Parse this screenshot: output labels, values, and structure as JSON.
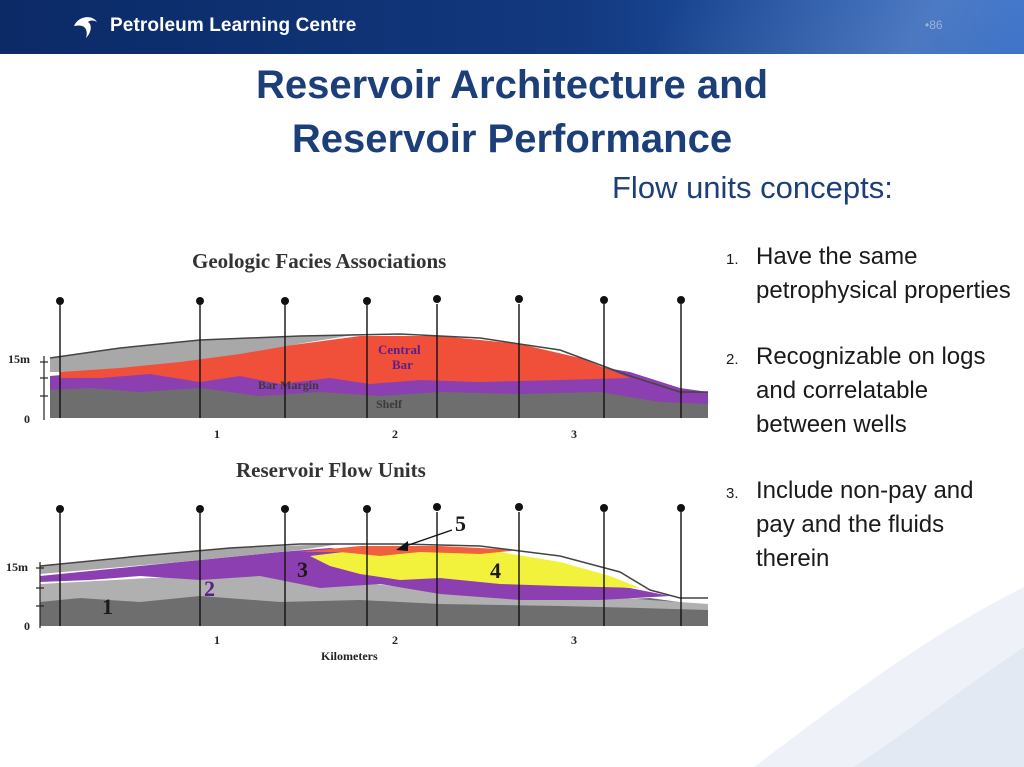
{
  "header": {
    "brand": "Petroleum Learning Centre",
    "slide_number": "•86",
    "colors": {
      "bar_dark": "#0b2a66",
      "bar_light": "#2b66c4"
    }
  },
  "title": {
    "line1": "Reservoir Architecture and",
    "line2": "Reservoir Performance",
    "color": "#1c3f7a"
  },
  "subtitle": "Flow units concepts:",
  "points": [
    {
      "number": "1.",
      "text": "Have the same petrophysical properties"
    },
    {
      "number": "2.",
      "text": "Recognizable on logs and correlatable between wells"
    },
    {
      "number": "3.",
      "text": "Include non-pay and pay and the fluids therein"
    }
  ],
  "diagram": {
    "top_panel": {
      "title": "Geologic Facies Associations",
      "scale_top": "15m",
      "scale_bottom": "0",
      "labels": {
        "central_bar_1": "Central",
        "central_bar_2": "Bar",
        "bar_margin": "Bar Margin",
        "shelf": "Shelf"
      },
      "ticks": [
        "1",
        "2",
        "3"
      ]
    },
    "bottom_panel": {
      "title": "Reservoir Flow Units",
      "scale_top": "15m",
      "scale_bottom": "0",
      "unit_labels": [
        "1",
        "2",
        "3",
        "4",
        "5"
      ],
      "ticks": [
        "1",
        "2",
        "3"
      ],
      "axis_label": "Kilometers"
    },
    "colors": {
      "central_bar": "#f0503a",
      "bar_margin": "#8c3fb0",
      "shelf": "#6e6e6e",
      "cap": "#a8a8a8",
      "flow_unit_4": "#f2f23c",
      "flow_unit_5": "#f06040"
    }
  }
}
